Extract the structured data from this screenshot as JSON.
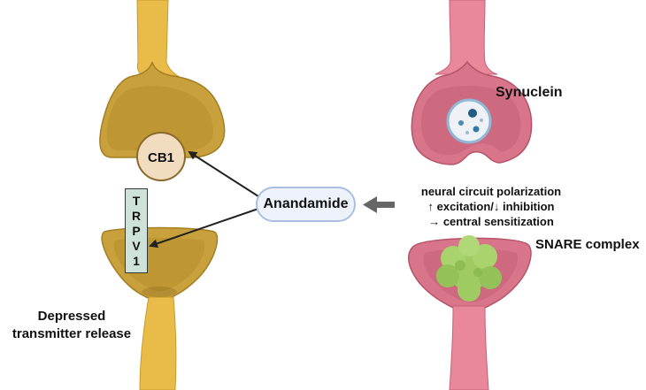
{
  "labels": {
    "cb1": "CB1",
    "trpv1_letters": [
      "T",
      "R",
      "P",
      "V",
      "1"
    ],
    "anandamide": "Anandamide",
    "depressed_line1": "Depressed",
    "depressed_line2": "transmitter release",
    "synuclein": "Synuclein",
    "snare": "SNARE complex",
    "mechanism": [
      "neural circuit polarization",
      "↑ excitation/↓ inhibition",
      "→ central sensitization"
    ]
  },
  "colors": {
    "left_axon": "#e9bc4a",
    "left_terminal": "#c9a13c",
    "left_terminal_inner": "#b8902c",
    "right_axon": "#e9889b",
    "right_terminal": "#d9758a",
    "right_terminal_inner": "#c56177",
    "vesicle_fill": "#eef2f6",
    "vesicle_dot": "#1f5f86",
    "snare_cluster": "#9fcc62",
    "cb1_fill": "#f1dcc0",
    "arrow": "#222222",
    "grey_arrow": "#666666"
  }
}
